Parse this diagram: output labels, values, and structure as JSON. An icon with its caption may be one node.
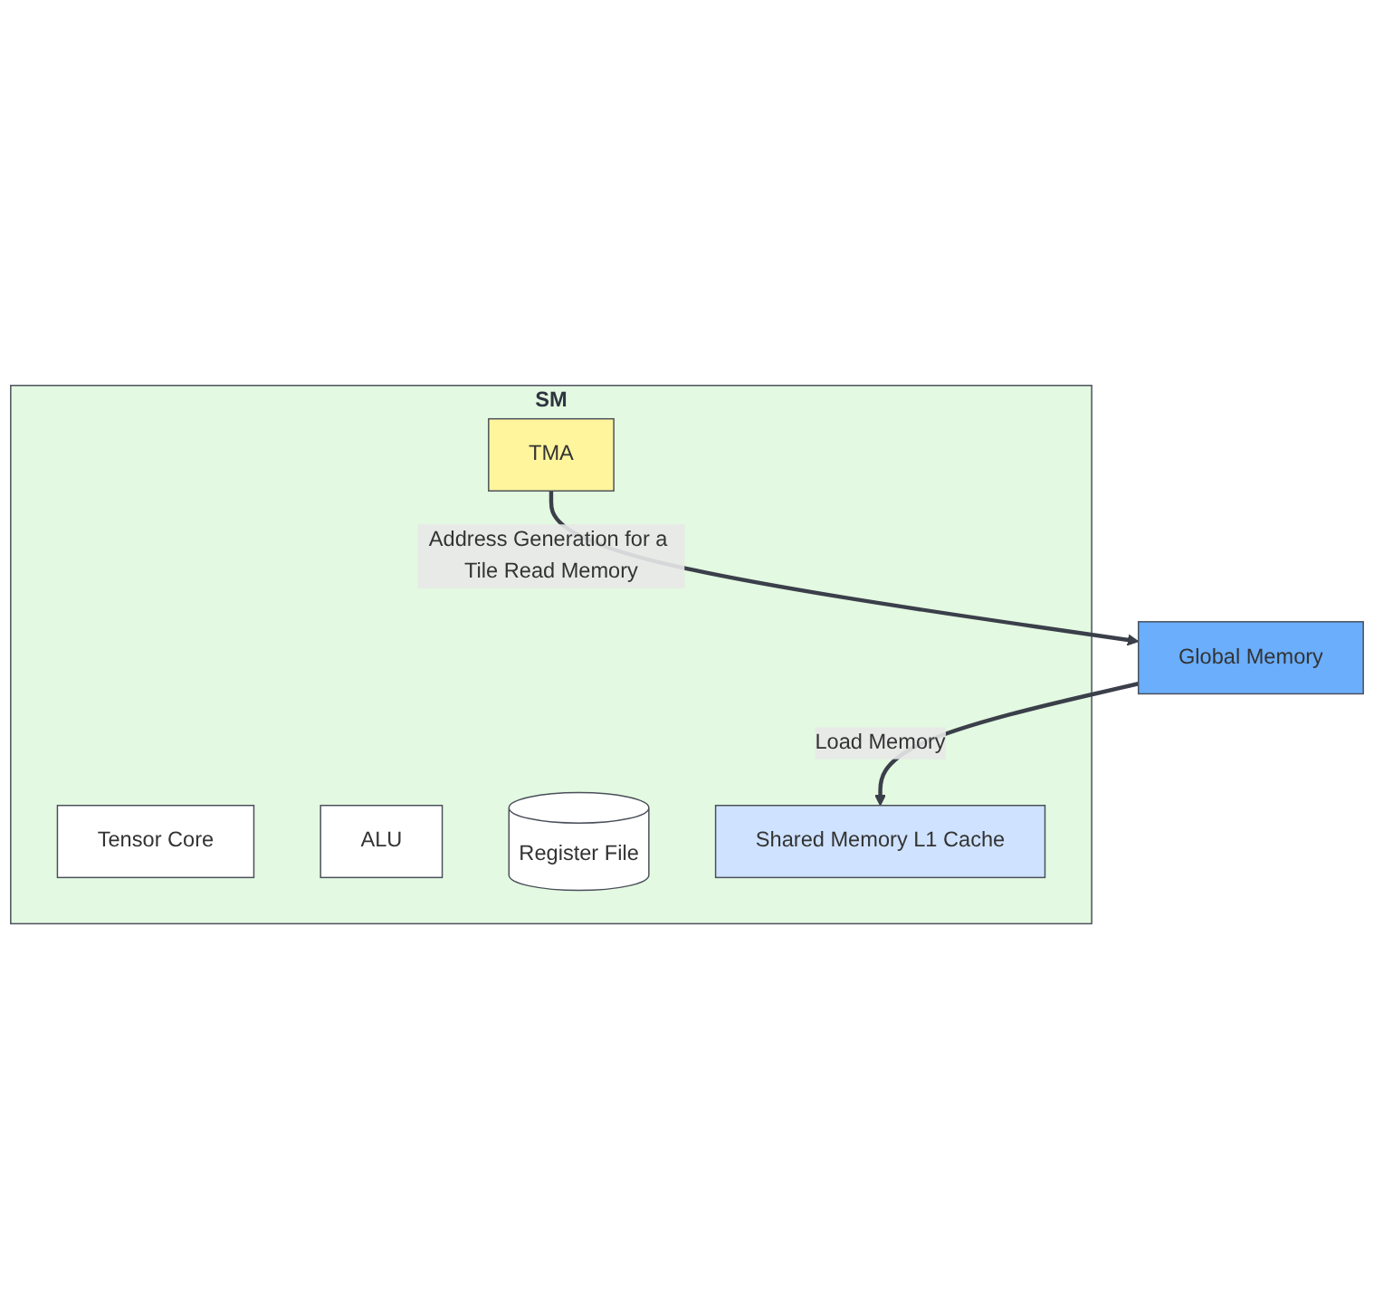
{
  "diagram": {
    "nodes": [
      {
        "text": [
          "SM"
        ]
      },
      {
        "text": [
          "Tensor Core"
        ],
        "in": 0
      },
      {
        "text": [
          "ALU"
        ],
        "in": 0
      },
      {
        "text": [
          "Register File"
        ],
        "in": 0
      },
      {
        "text": [
          "TMA"
        ],
        "in": 0
      },
      {
        "text": [
          "Shared Memory L1 Cache"
        ],
        "in": 0
      },
      {
        "text": [
          "Global Memory"
        ]
      }
    ],
    "edges": [
      {
        "from": 4,
        "to": 6,
        "arrow": "to",
        "label": "Address Generation for a Tile Read Memory"
      },
      {
        "from": 6,
        "to": 5,
        "arrow": "to",
        "label": "Load Memory"
      }
    ]
  }
}
